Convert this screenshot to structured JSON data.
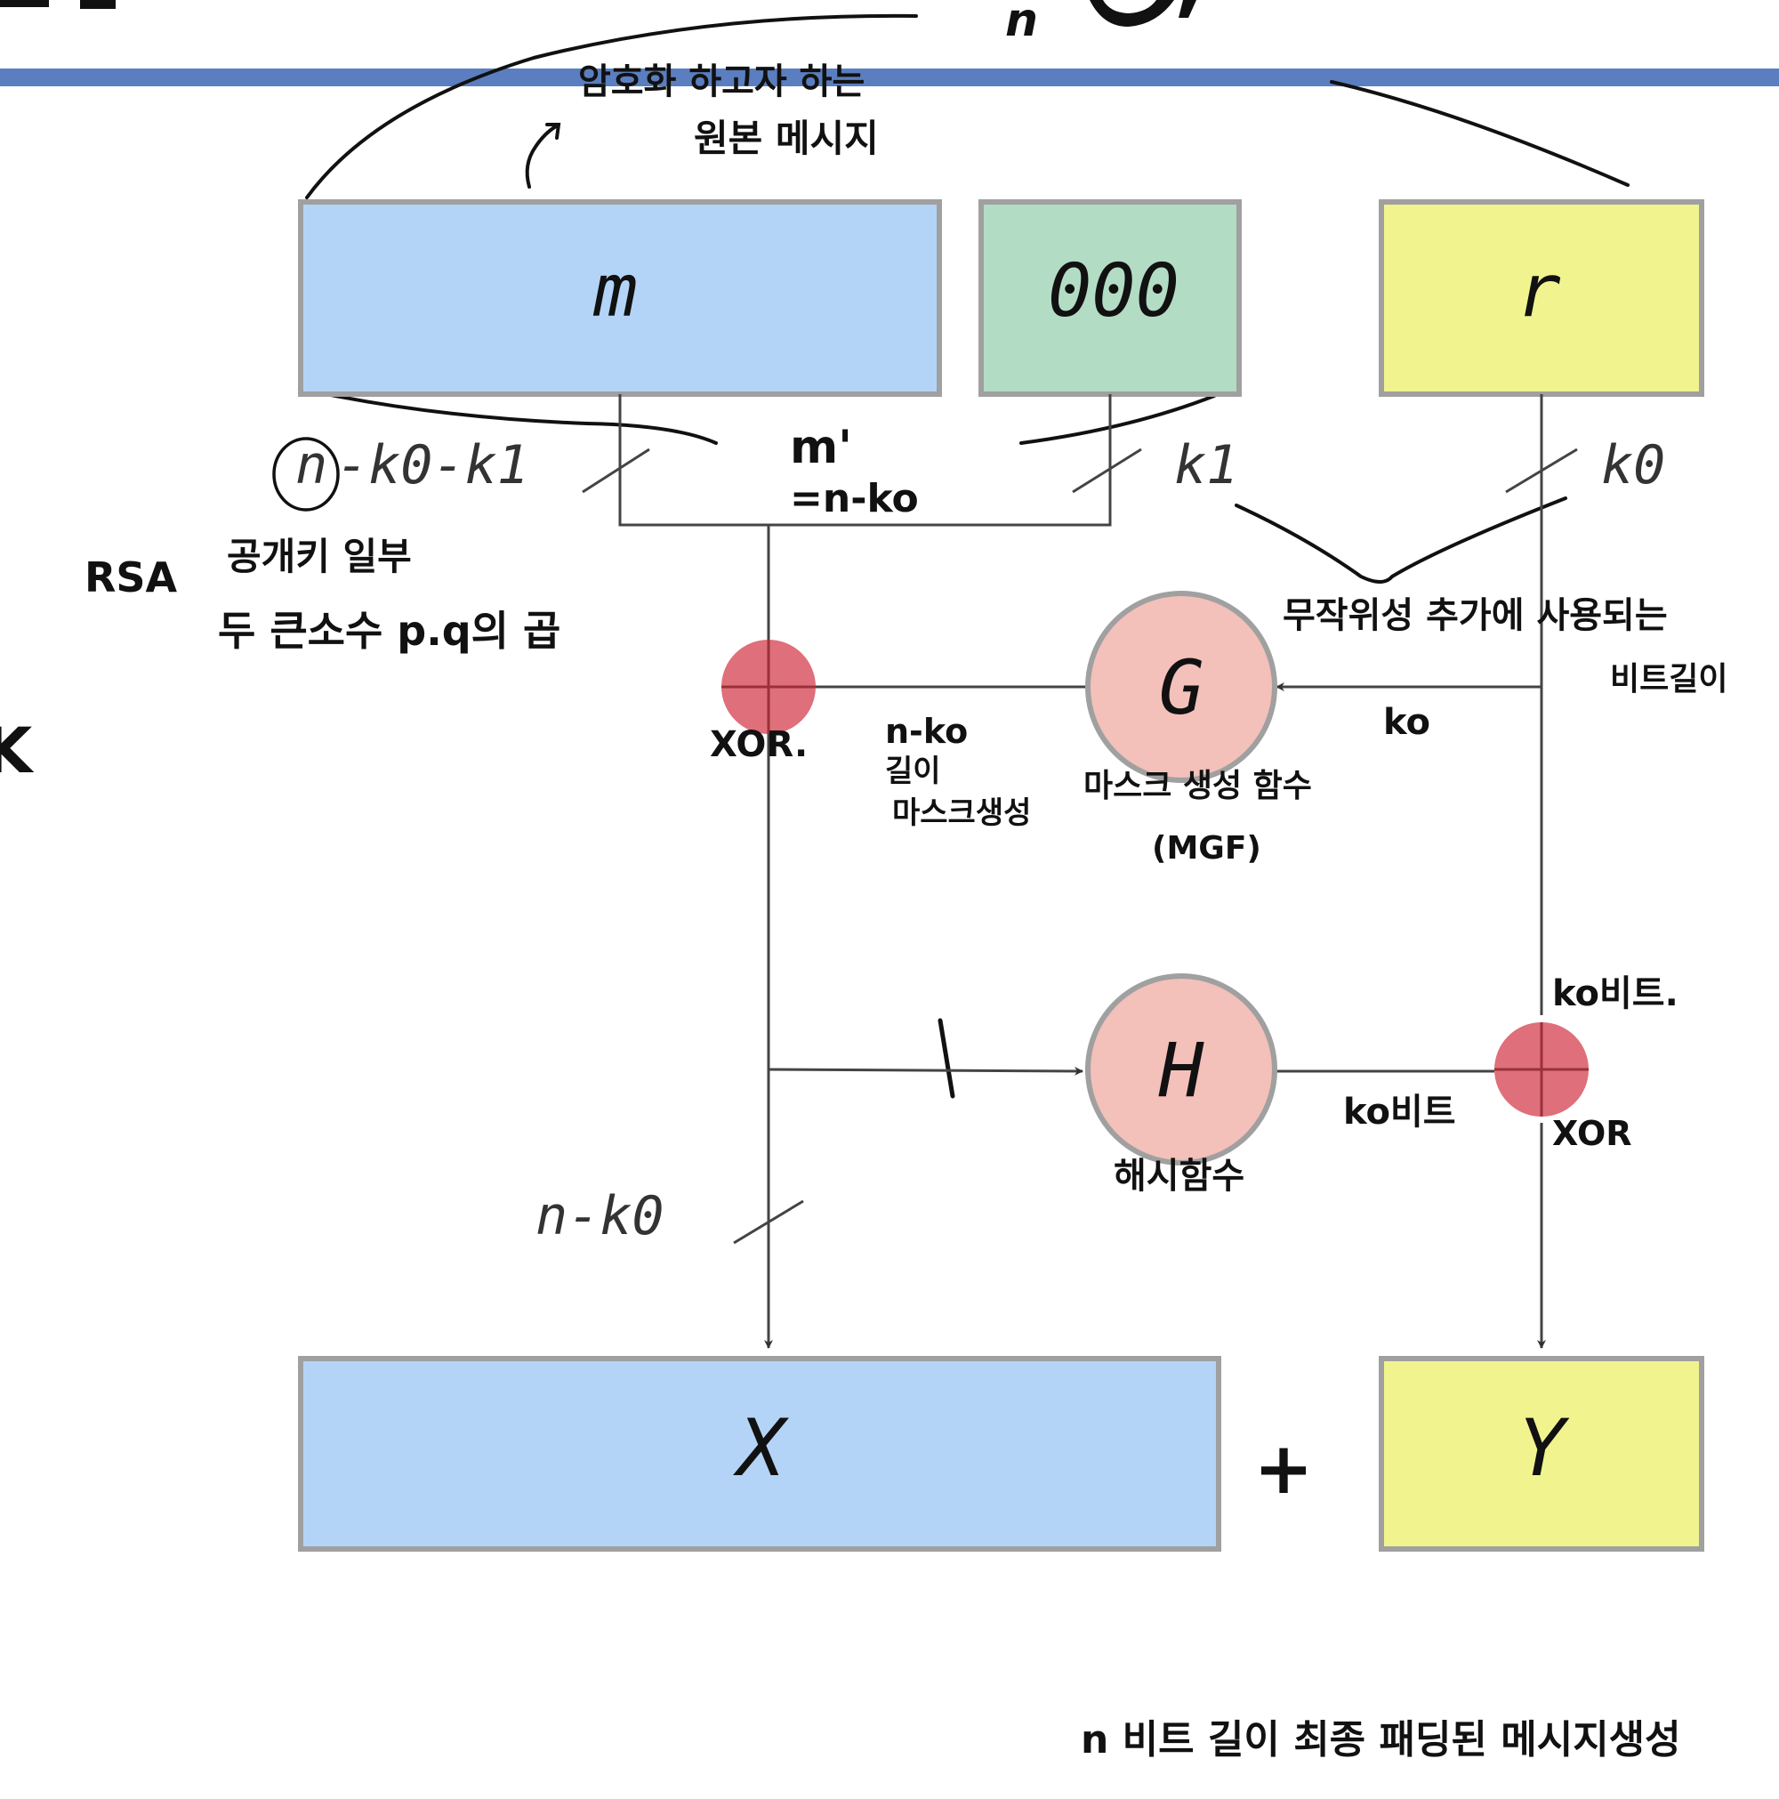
{
  "boxes": {
    "m": "m",
    "zeros": "000",
    "r": "r",
    "x": "X",
    "y": "Y"
  },
  "nodes": {
    "g": "G",
    "h": "H"
  },
  "bit_labels": {
    "n_k0_k1_n": "n",
    "n_k0_k1_rest": "-k0-k1",
    "k1": "k1",
    "k0": "k0",
    "n_k0": "n-k0"
  },
  "handwritten": {
    "top_note_1": "암호화 하고자 하는",
    "top_note_2": "원본 메시지",
    "m_prime_1": "m'",
    "m_prime_2": "=n-ko",
    "rsa_1": "RSA",
    "rsa_2": "공개키 일부",
    "rsa_3": "두 큰소수  p.q의 곱",
    "random_1": "무작위성 추가에 사용되는",
    "random_2": "비트길이",
    "xor_left": "XOR.",
    "nk0_1": "n-ko",
    "nk0_2": "길이",
    "nk0_3": "마스크생성",
    "mgf_1": "마스크 생성 함수",
    "mgf_2": "(MGF)",
    "k0_arrow": "ko",
    "k0_bits_1": "ko비트.",
    "k0_bits_2": "ko비트",
    "xor_right": "XOR",
    "hash": "해시함수",
    "bottom": "n 비트 길이  최종 패딩된 메시지생성",
    "plus": "+",
    "top_n": "n",
    "edge_k": "K"
  },
  "colors": {
    "m_box": "#b3d4f7",
    "zeros_box": "#b3dcc5",
    "r_box": "#f1f48e",
    "x_box": "#b3d4f7",
    "y_box": "#f1f48e",
    "circle_fill": "#f3c0ba",
    "xor_fill": "#df6f7a",
    "title_rule": "#5a7ebf",
    "box_border": "#a0a0a0"
  }
}
